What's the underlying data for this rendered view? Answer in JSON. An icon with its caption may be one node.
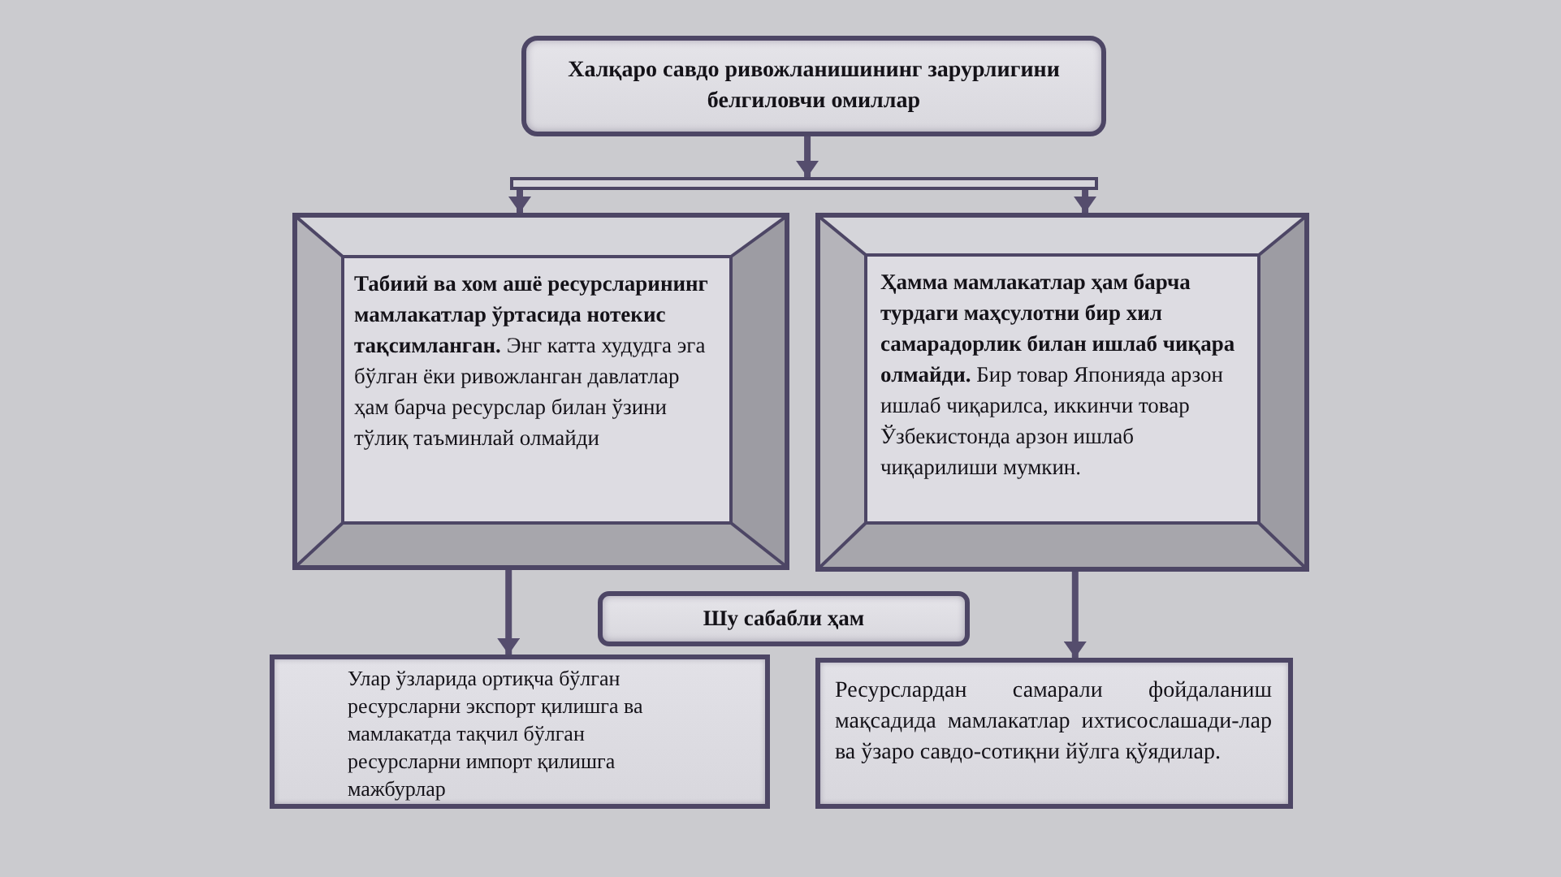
{
  "diagram": {
    "nodes": [
      {
        "text": [
          "Халқаро савдо ривожланишининг зарурлигини белгиловчи омиллар"
        ]
      },
      {
        "text": [],
        "shape": "bar"
      },
      {
        "text": [
          "**Табиий ва хом ашё ресурсларининг мамлакатлар ўртасида нотекис тақсимланган.** Энг катта худудга эга бўлган ёки ривожланган давлатлар ҳам барча ресурслар билан ўзини тўлиқ таъминлай олмайди"
        ]
      },
      {
        "text": [
          "**Ҳамма мамлакатлар ҳам барча турдаги маҳсулотни бир хил самарадорлик билан ишлаб чиқара олмайди.** Бир товар Японияда арзон ишлаб чиқарилса, иккинчи товар Ўзбекистонда арзон ишлаб чиқарилиши мумкин."
        ]
      },
      {
        "text": [
          "Шу сабабли ҳам"
        ]
      },
      {
        "text": [
          "Улар ўзларида ортиқча бўлган ресурсларни экспорт қилишга ва мамлакатда тақчил бўлган ресурсларни импорт қилишга мажбурлар"
        ]
      },
      {
        "text": [
          "Ресурслардан самарали фойдаланиш мақсадида мамлакатлар ихтисослашади-лар ва ўзаро савдо-сотиқни йўлга қўядилар."
        ]
      }
    ],
    "edges": [
      {
        "from": 0,
        "to": 1,
        "arrow": "to"
      },
      {
        "from": 1,
        "to": 2,
        "arrow": "to"
      },
      {
        "from": 1,
        "to": 3,
        "arrow": "to"
      },
      {
        "from": 2,
        "to": 5,
        "arrow": "to"
      },
      {
        "from": 3,
        "to": 6,
        "arrow": "to"
      }
    ]
  }
}
